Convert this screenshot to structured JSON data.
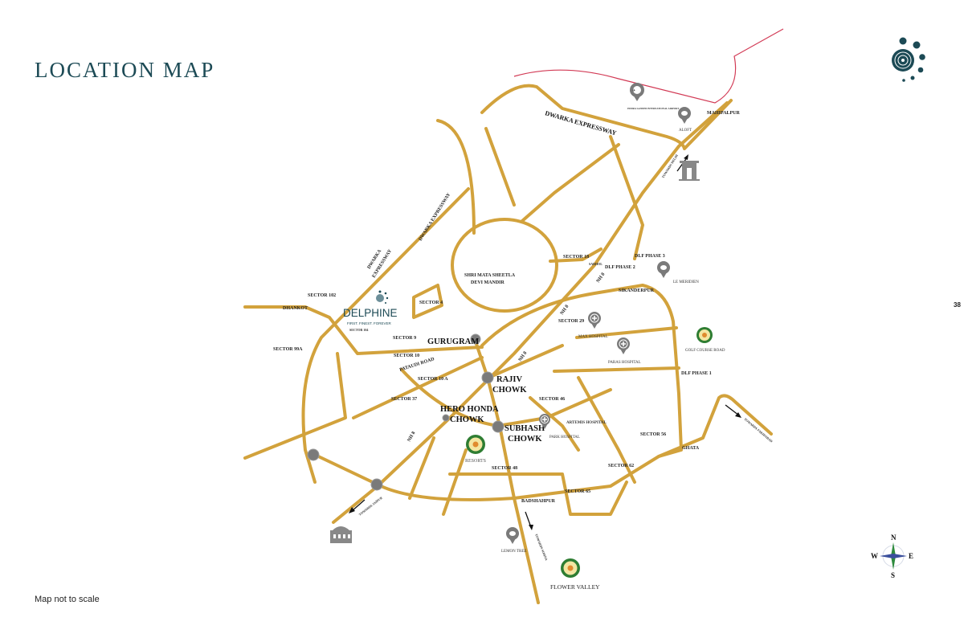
{
  "page": {
    "title": "LOCATION MAP",
    "note": "Map not to scale",
    "page_number": "38"
  },
  "project": {
    "name": "DELPHINE",
    "tagline": "FIRST. FINEST. FOREVER",
    "sector": "SECTOR 104"
  },
  "colors": {
    "road": "#d2a23c",
    "metro": "#d23a55",
    "brand": "#1c4a55",
    "pin": "#7a7a7a",
    "resort_green": "#2e7d32"
  },
  "roads": {
    "dwarka_top": "DWARKA EXPRESSWAY",
    "dwarka_left_1": "DWARKA",
    "dwarka_left_2": "EXPRESSWAY",
    "dwarka_diag": "DWARKA EXPRESSWAY",
    "nh8_a": "NH 8",
    "nh8_b": "NH 8",
    "nh8_c": "NH 8",
    "nh8_d": "NH 8",
    "pataudi": "PATAUDI ROAD"
  },
  "places": {
    "mahipalpur": "MAHIPALPUR",
    "sector102": "SECTOR 102",
    "dhankot": "DHANKOT",
    "sector99a": "SECTOR 99A",
    "sector4": "SECTOR 4",
    "sector9": "SECTOR 9",
    "sector10": "SECTOR 10",
    "sector10a": "SECTOR 10 A",
    "sector37": "SECTOR 37",
    "gurugram": "GURUGRAM",
    "mata_1": "SHRI MATA SHEETLA",
    "mata_2": "DEVI MANDIR",
    "sector18": "SECTOR 18",
    "sarhol": "SARHOL",
    "dlf3": "DLF PHASE 3",
    "dlf2": "DLF PHASE 2",
    "sikanderpur": "SIKANDERPUR",
    "sector29": "SECTOR 29",
    "dlf1": "DLF PHASE 1",
    "rajiv_1": "RAJIV",
    "rajiv_2": "CHOWK",
    "hero_1": "HERO HONDA",
    "hero_2": "CHOWK",
    "subhash_1": "SUBHASH",
    "subhash_2": "CHOWK",
    "sector46": "SECTOR 46",
    "artemis": "ARTEMIS HOSPITAL",
    "sector56": "SECTOR 56",
    "ghata": "GHATA",
    "sector48": "SECTOR 48",
    "sector62": "SECTOR 62",
    "sector65": "SECTOR 65",
    "badshahpur": "BADSHAHPUR"
  },
  "pins": [
    {
      "label": "INDIRA GANDHI INTERNATIONAL AIRPORT",
      "icon": "airport-icon"
    },
    {
      "label": "ALOFT",
      "icon": "hotel-icon"
    },
    {
      "label": "LE MERIDIEN",
      "icon": "hotel-icon"
    },
    {
      "label": "MAX HOSPITAL",
      "icon": "hospital-icon"
    },
    {
      "label": "PARAS HOSPITAL",
      "icon": "hospital-icon"
    },
    {
      "label": "PARK HOSPITAL",
      "icon": "hospital-icon"
    },
    {
      "label": "LEMON TREE",
      "icon": "hotel-icon"
    }
  ],
  "resorts": [
    {
      "label": "GOLF COURSE ROAD"
    },
    {
      "label": "RESORTS"
    },
    {
      "label": "FLOWER VALLEY"
    }
  ],
  "directions": {
    "delhi": "TOWARDS DELHI",
    "faridabad": "TOWARDS FARIDABAD",
    "sohna": "TOWARDS SOHNA",
    "jaipur": "TOWARDS JAIPUR"
  },
  "compass": {
    "n": "N",
    "s": "S",
    "e": "E",
    "w": "W"
  }
}
